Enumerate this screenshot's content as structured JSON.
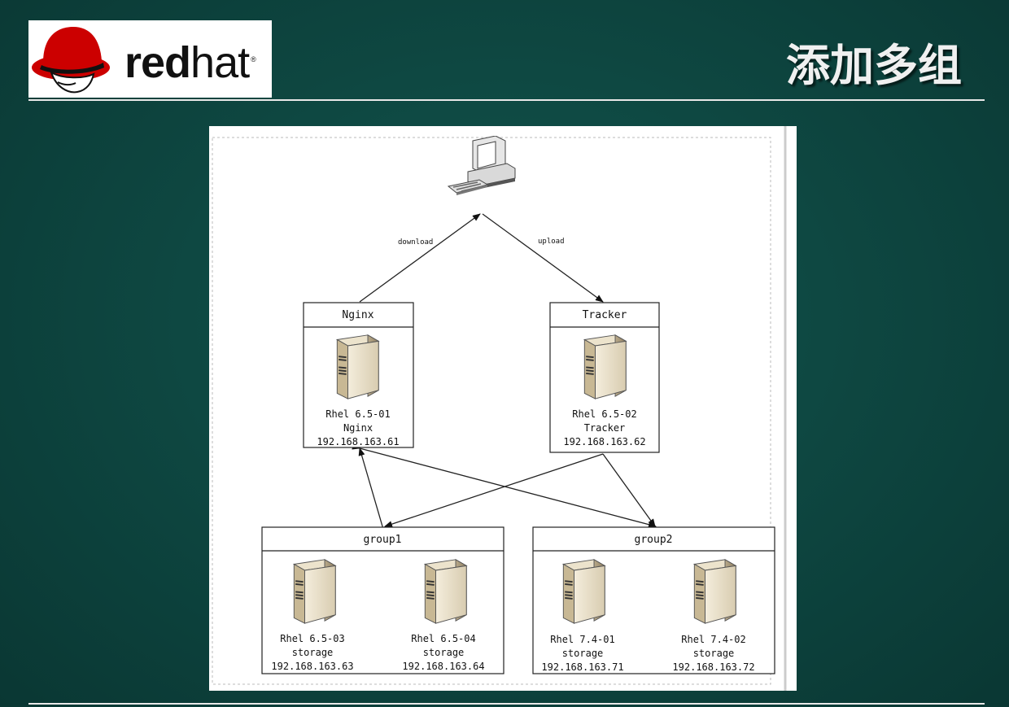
{
  "logo": {
    "text_bold": "red",
    "text_light": "hat",
    "trademark": "®"
  },
  "slide": {
    "title": "添加多组"
  },
  "diagram": {
    "edges": {
      "download": "download",
      "upload": "upload"
    },
    "nginx": {
      "header": "Nginx",
      "host": "Rhel 6.5-01",
      "role": "Nginx",
      "ip": "192.168.163.61"
    },
    "tracker": {
      "header": "Tracker",
      "host": "Rhel 6.5-02",
      "role": "Tracker",
      "ip": "192.168.163.62"
    },
    "group1": {
      "header": "group1",
      "servers": [
        {
          "host": "Rhel 6.5-03",
          "role": "storage",
          "ip": "192.168.163.63"
        },
        {
          "host": "Rhel 6.5-04",
          "role": "storage",
          "ip": "192.168.163.64"
        }
      ]
    },
    "group2": {
      "header": "group2",
      "servers": [
        {
          "host": "Rhel 7.4-01",
          "role": "storage",
          "ip": "192.168.163.71"
        },
        {
          "host": "Rhel 7.4-02",
          "role": "storage",
          "ip": "192.168.163.72"
        }
      ]
    }
  }
}
